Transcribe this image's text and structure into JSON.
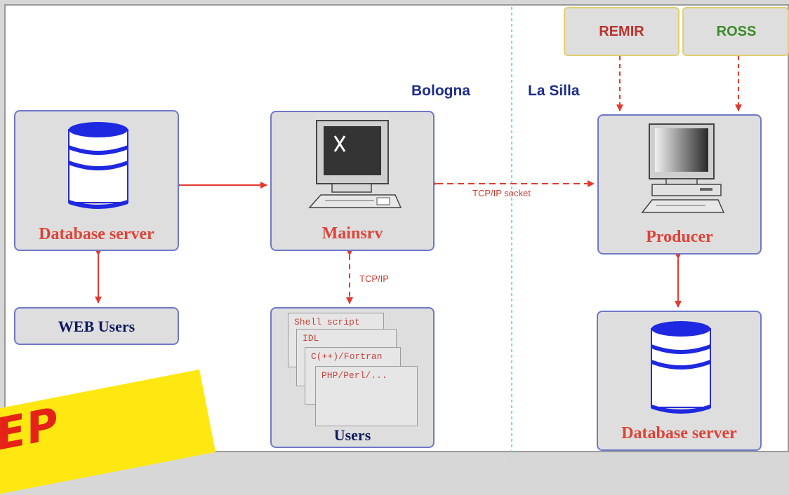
{
  "diagram": {
    "sites": {
      "left": "Bologna",
      "right": "La Silla"
    },
    "nodes": {
      "db_left": "Database server",
      "web_users": "WEB Users",
      "mainsrv": "Mainsrv",
      "users": "Users",
      "producer": "Producer",
      "db_right": "Database server",
      "remir": "REMIR",
      "ross": "ROSS"
    },
    "connections": {
      "socket": "TCP/IP socket",
      "tcpip": "TCP/IP"
    },
    "user_tools": [
      "Shell script",
      "IDL",
      "C(++)/Fortran",
      "PHP/Perl/..."
    ],
    "colors": {
      "arrow": "#e23a2e",
      "label_red": "#de4338",
      "label_blue": "#101a5e",
      "site_blue": "#1d2d8c",
      "remir": "#b8332c",
      "ross": "#3b8a2a",
      "box_border": "#6f78c9",
      "instrument_border": "#e3cf6f",
      "divider": "#7fd8e8"
    },
    "icons": {
      "database": "database-cylinder-icon",
      "workstation": "x-terminal-workstation-icon",
      "producer": "desktop-computer-icon"
    }
  },
  "overlay": {
    "banner_text": "EP"
  }
}
